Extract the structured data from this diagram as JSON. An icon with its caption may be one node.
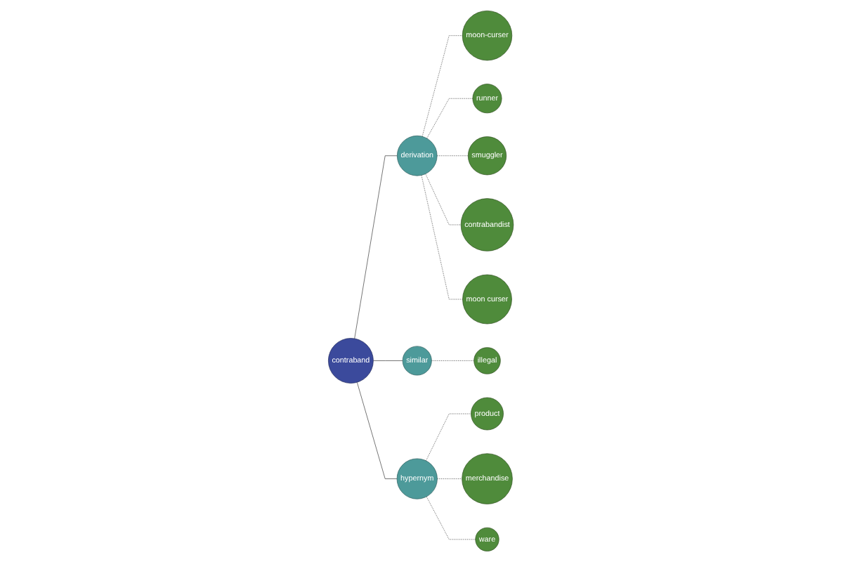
{
  "diagram": {
    "nodes": [
      {
        "text": [
          "contraband"
        ]
      },
      {
        "text": [
          "derivation"
        ]
      },
      {
        "text": [
          "similar"
        ]
      },
      {
        "text": [
          "hypernym"
        ]
      },
      {
        "text": [
          "moon-curser"
        ]
      },
      {
        "text": [
          "runner"
        ]
      },
      {
        "text": [
          "smuggler"
        ]
      },
      {
        "text": [
          "contrabandist"
        ]
      },
      {
        "text": [
          "moon curser"
        ]
      },
      {
        "text": [
          "illegal"
        ]
      },
      {
        "text": [
          "product"
        ]
      },
      {
        "text": [
          "merchandise"
        ]
      },
      {
        "text": [
          "ware"
        ]
      }
    ],
    "edges": [
      {
        "from": 0,
        "to": 1,
        "arrow": "none"
      },
      {
        "from": 0,
        "to": 2,
        "arrow": "none"
      },
      {
        "from": 0,
        "to": 3,
        "arrow": "none"
      },
      {
        "from": 1,
        "to": 4,
        "arrow": "none",
        "style": "dashed"
      },
      {
        "from": 1,
        "to": 5,
        "arrow": "none",
        "style": "dashed"
      },
      {
        "from": 1,
        "to": 6,
        "arrow": "none",
        "style": "dashed"
      },
      {
        "from": 1,
        "to": 7,
        "arrow": "none",
        "style": "dashed"
      },
      {
        "from": 1,
        "to": 8,
        "arrow": "none",
        "style": "dashed"
      },
      {
        "from": 2,
        "to": 9,
        "arrow": "none",
        "style": "dashed"
      },
      {
        "from": 3,
        "to": 10,
        "arrow": "none",
        "style": "dashed"
      },
      {
        "from": 3,
        "to": 11,
        "arrow": "none",
        "style": "dashed"
      },
      {
        "from": 3,
        "to": 12,
        "arrow": "none",
        "style": "dashed"
      }
    ]
  }
}
